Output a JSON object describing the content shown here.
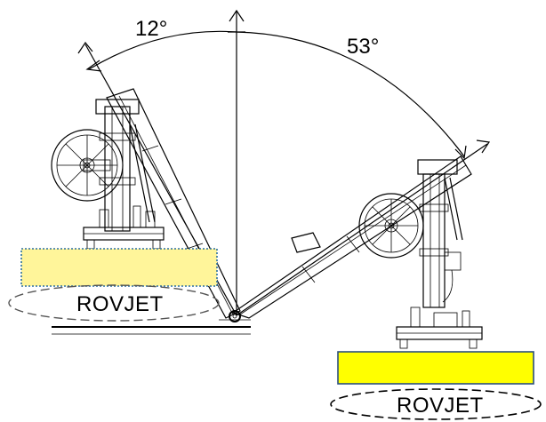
{
  "diagram": {
    "angle_left": "12°",
    "angle_right": "53°",
    "rov_label_left": "ROVJET",
    "rov_label_right": "ROVJET",
    "colors": {
      "rov_fill": "#ffff00",
      "rov_fill_faded": "#fff59a",
      "frame_dotted": "#2b6f9e",
      "line": "#000000"
    }
  }
}
